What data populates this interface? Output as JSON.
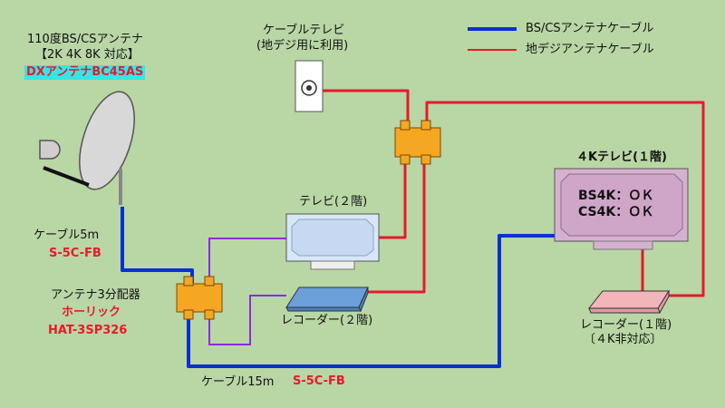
{
  "antenna": {
    "title": "110度BS/CSアンテナ",
    "spec": "【2K 4K 8K 対応】",
    "model": "DXアンテナBC45AS"
  },
  "cable_tv": {
    "title": "ケーブルテレビ",
    "note": "(地デジ用に利用)"
  },
  "legend": {
    "bs_cs_label": "BS/CSアンテナケーブル",
    "terrestrial_label": "地デジアンテナケーブル",
    "bs_cs_color": "#0a2fd6",
    "terrestrial_color": "#e8192b"
  },
  "tv_4k": {
    "title": "４Kテレビ(１階)",
    "bs4k": "BS4K：ＯＫ",
    "cs4k": "CS4K：ＯＫ"
  },
  "tv_2f": {
    "title": "テレビ(２階)"
  },
  "recorder_2f": {
    "title": "レコーダー(２階)"
  },
  "recorder_1f": {
    "title": "レコーダー(１階)",
    "note": "〔４K非対応〕"
  },
  "cable_5m": {
    "label": "ケーブル5m",
    "type": "S-5C-FB"
  },
  "cable_15m": {
    "label": "ケーブル15m",
    "type": "S-5C-FB"
  },
  "splitter": {
    "title": "アンテナ3分配器",
    "maker": "ホーリック",
    "model": "HAT-3SP326"
  },
  "colors": {
    "splitter": "#f5a623",
    "purple_cable": "#8a2be2"
  }
}
